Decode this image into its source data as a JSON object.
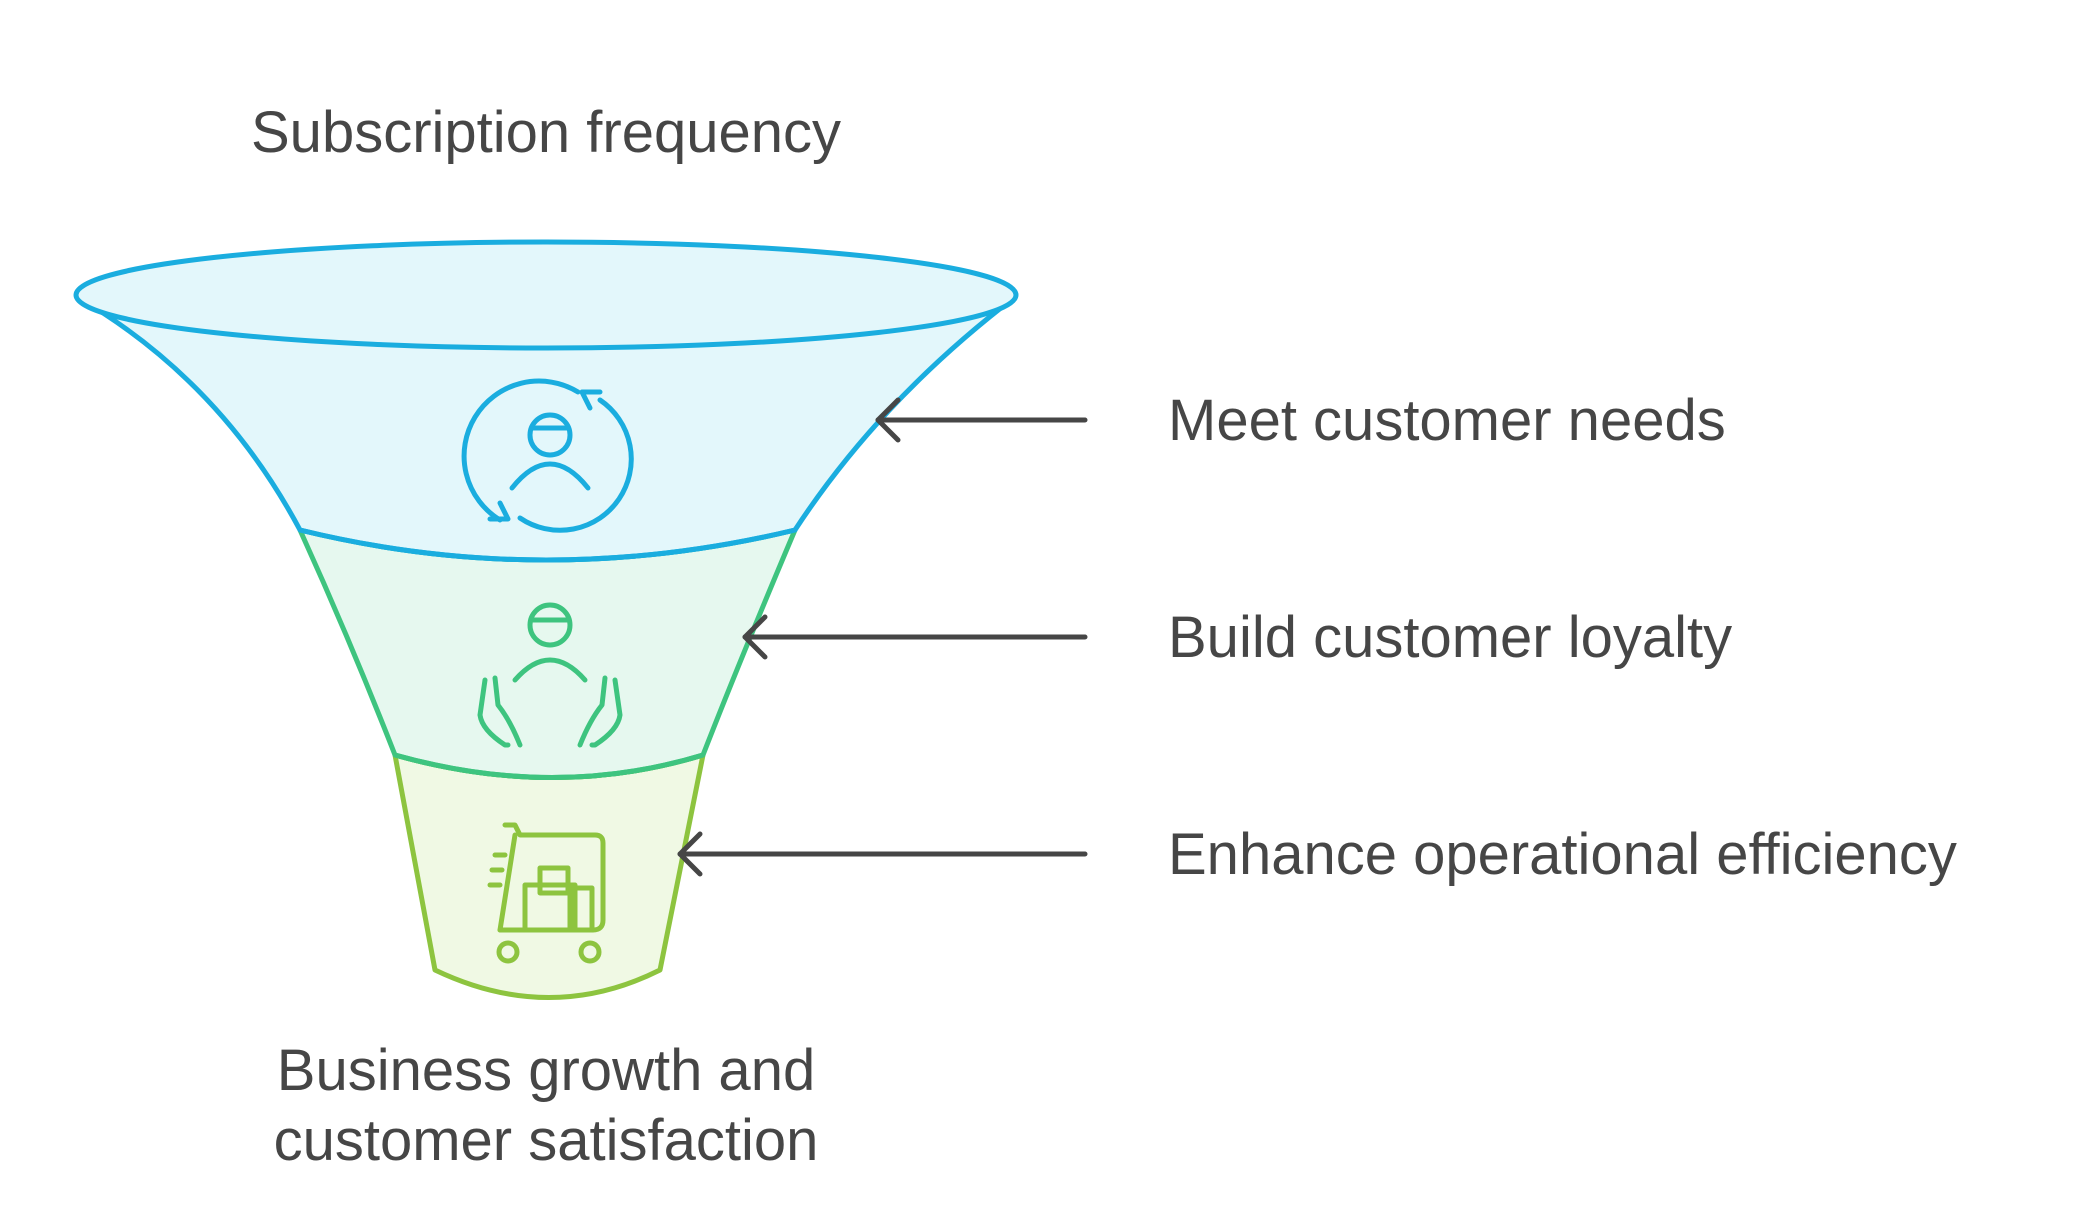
{
  "diagram": {
    "title": "Subscription frequency",
    "outcome_lines": [
      "Business growth and",
      "customer satisfaction"
    ],
    "stages": [
      {
        "label": "Meet customer needs",
        "icon": "customer-cycle-icon",
        "color": "#1aaddf",
        "fill": "#e3f7fb"
      },
      {
        "label": "Build customer loyalty",
        "icon": "caring-hands-icon",
        "color": "#3ec47f",
        "fill": "#e6f8ef"
      },
      {
        "label": "Enhance operational efficiency",
        "icon": "delivery-cart-icon",
        "color": "#8dc43f",
        "fill": "#f0f9e4"
      }
    ]
  }
}
